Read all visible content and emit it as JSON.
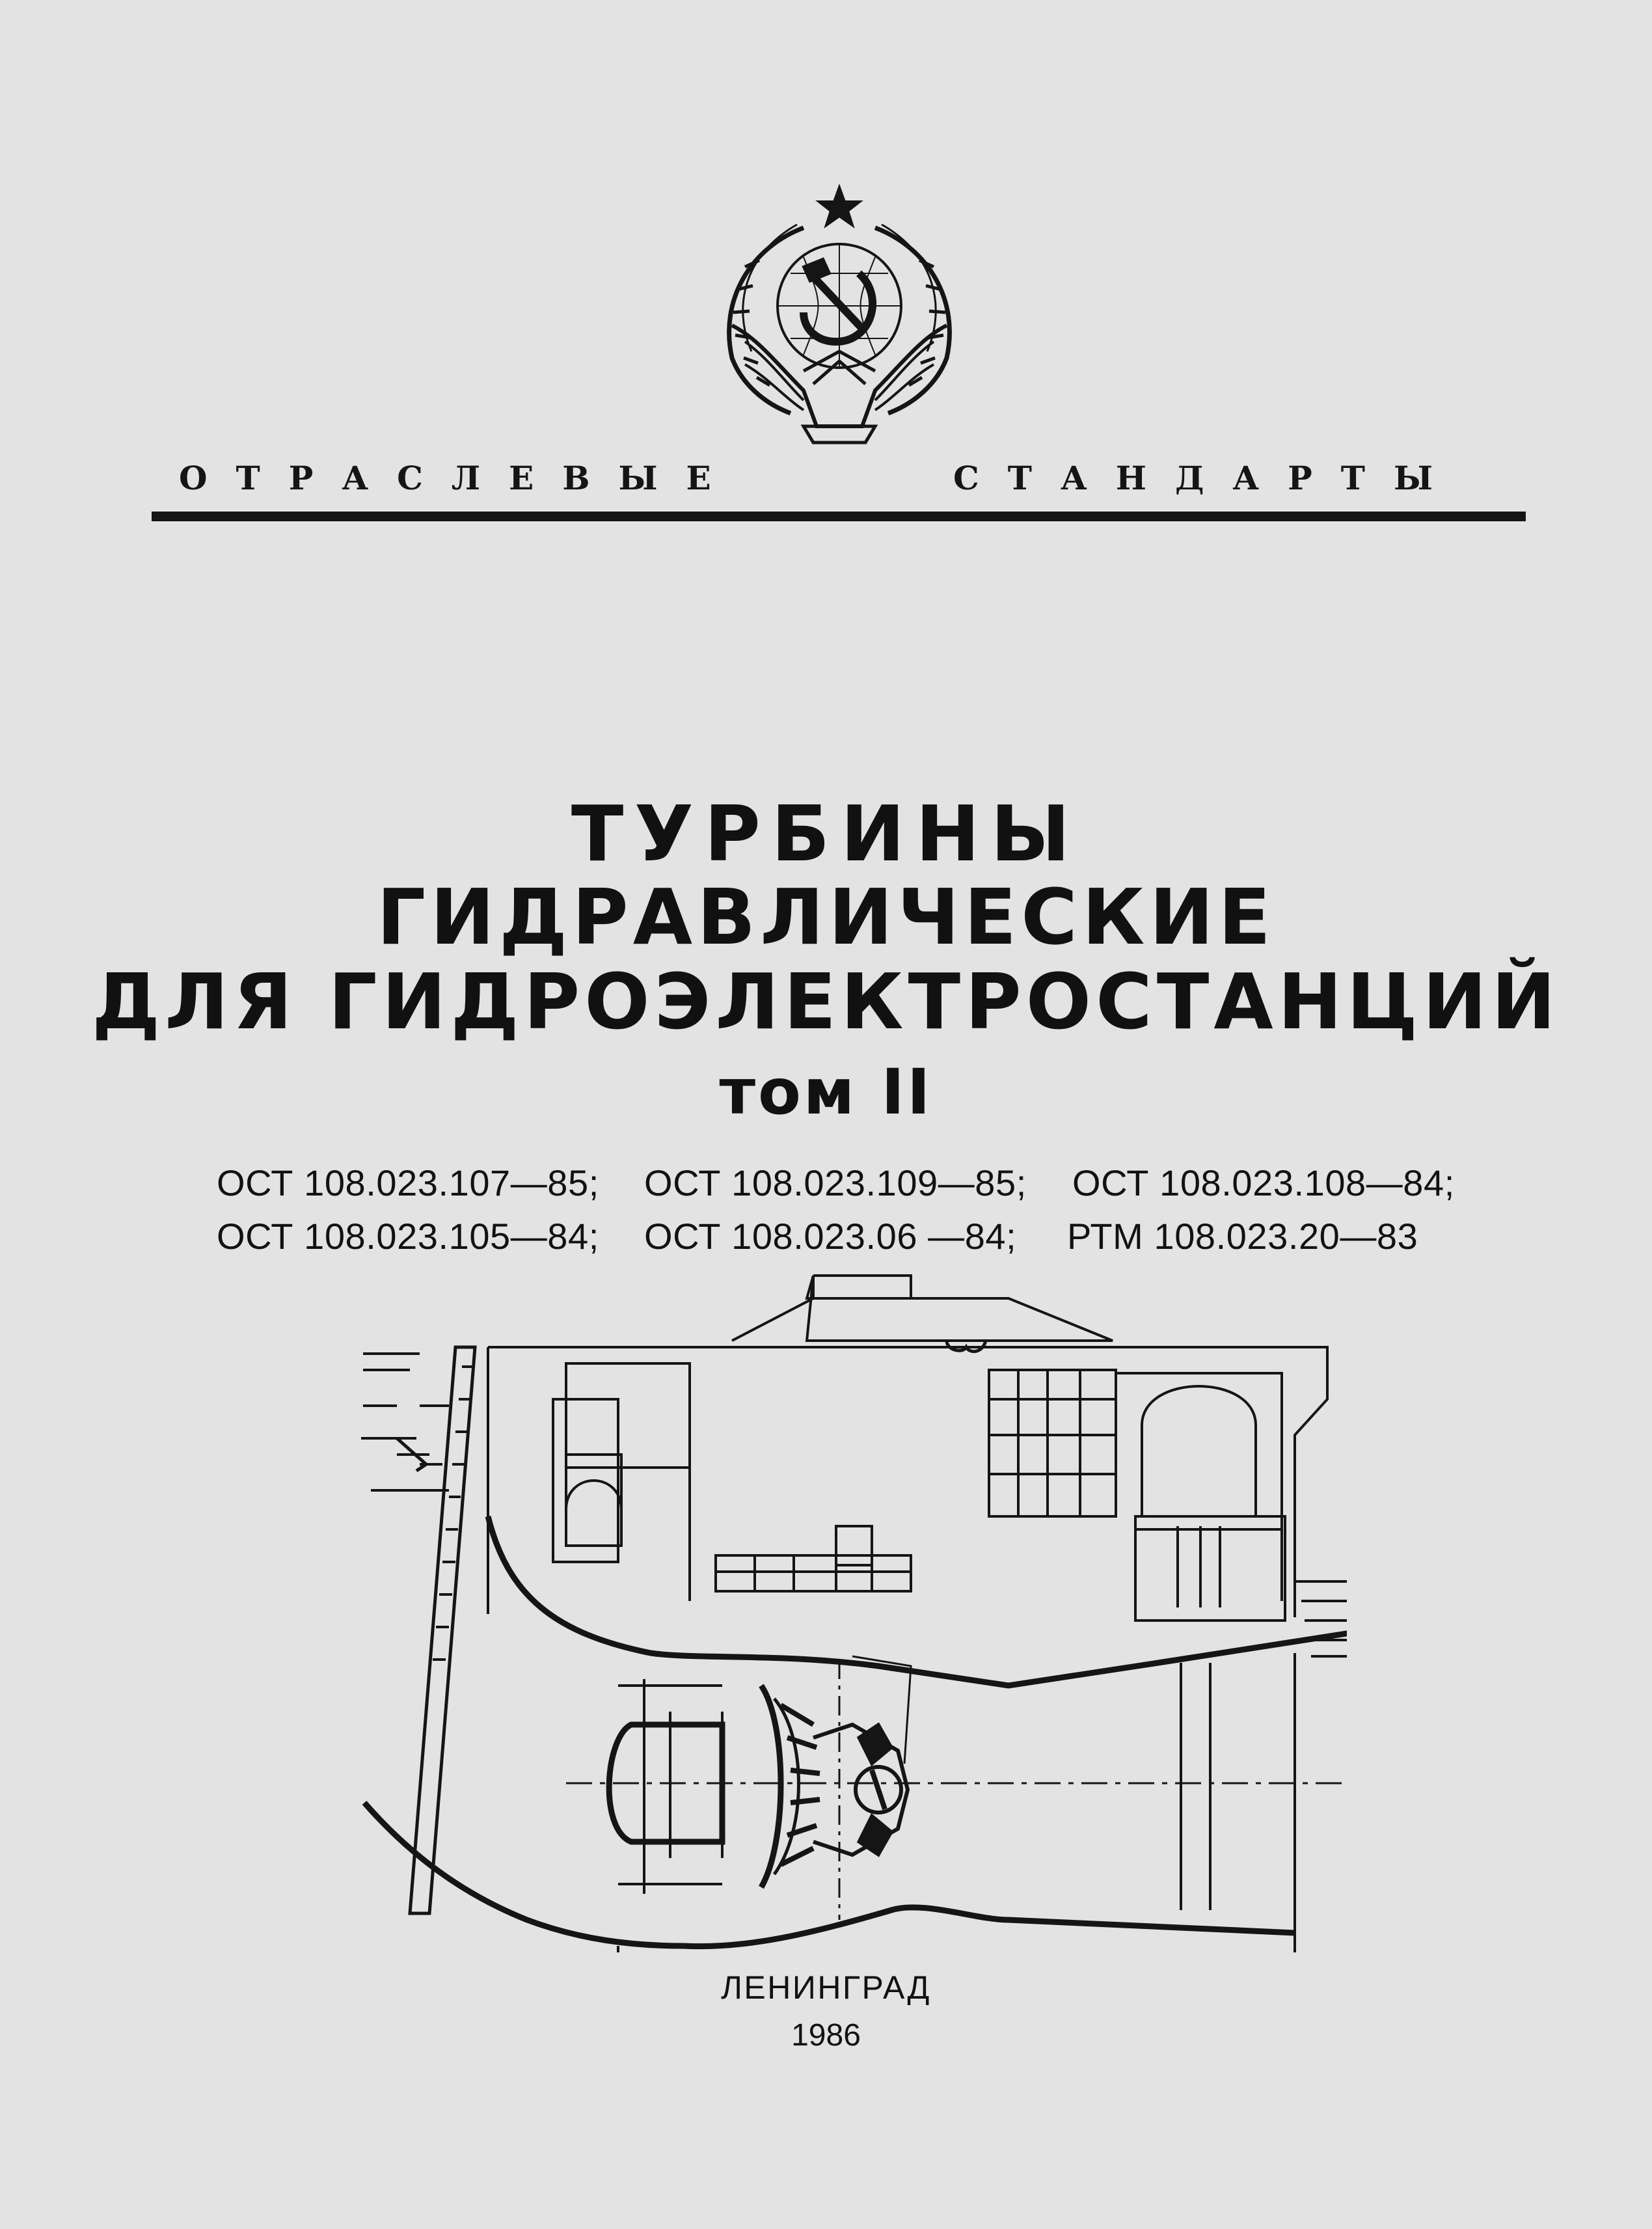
{
  "series": {
    "left": "ОТРАСЛЕВЫЕ",
    "right": "СТАНДАРТЫ"
  },
  "title": {
    "line1": "ТУРБИНЫ",
    "line2": "ГИДРАВЛИЧЕСКИЕ",
    "line3": "ДЛЯ ГИДРОЭЛЕКТРОСТАНЦИЙ",
    "volume": "том II"
  },
  "standards": [
    [
      "ОСТ 108.023.107—85;",
      "ОСТ 108.023.109—85;",
      "ОСТ 108.023.108—84;"
    ],
    [
      "ОСТ 108.023.105—84;",
      "ОСТ 108.023.06 —84;",
      "РТМ 108.023.20—83"
    ]
  ],
  "imprint": {
    "city": "ЛЕНИНГРАД",
    "year": "1986"
  },
  "colors": {
    "paper": "#e3e3e3",
    "ink": "#111111"
  },
  "icons": {
    "emblem": "ussr-state-emblem-icon",
    "illustration": "hydro-turbine-section-drawing"
  }
}
